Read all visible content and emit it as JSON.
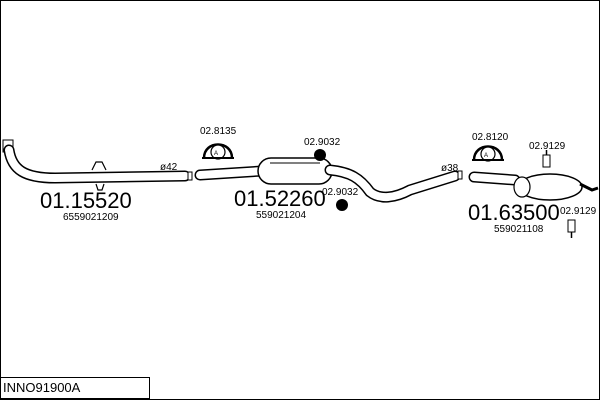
{
  "diagram_code": "INNO91900A",
  "parts": [
    {
      "number": "01.15520",
      "ref": "6559021209"
    },
    {
      "number": "01.52260",
      "ref": "559021204"
    },
    {
      "number": "01.63500",
      "ref": "559021108"
    }
  ],
  "accessories": [
    {
      "code": "02.8135"
    },
    {
      "code": "02.9032"
    },
    {
      "code": "02.9032"
    },
    {
      "code": "02.8120"
    },
    {
      "code": "02.9129"
    },
    {
      "code": "02.9129"
    }
  ],
  "pipe_diameters": [
    "ø42",
    "ø38"
  ],
  "callout_letters": [
    "A",
    "A"
  ]
}
